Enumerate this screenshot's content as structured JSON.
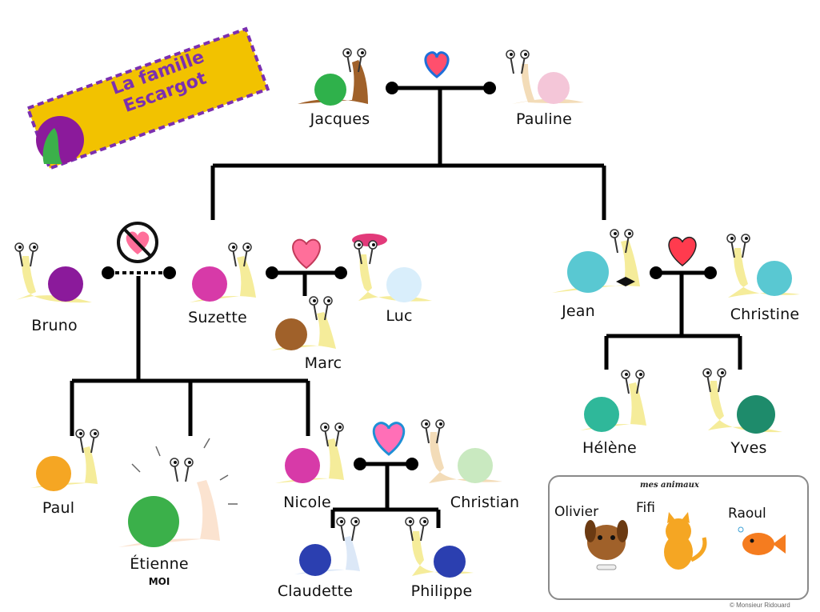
{
  "banner": {
    "title_line1": "La famille",
    "title_line2": "Escargot"
  },
  "members": {
    "jacques": "Jacques",
    "pauline": "Pauline",
    "bruno": "Bruno",
    "suzette": "Suzette",
    "luc": "Luc",
    "marc": "Marc",
    "jean": "Jean",
    "christine": "Christine",
    "helene": "Hélène",
    "yves": "Yves",
    "paul": "Paul",
    "etienne": "Étienne",
    "etienne_tag": "MOI",
    "nicole": "Nicole",
    "christian": "Christian",
    "claudette": "Claudette",
    "philippe": "Philippe"
  },
  "pets": {
    "title": "mes animaux",
    "olivier": "Olivier",
    "fifi": "Fifi",
    "raoul": "Raoul"
  },
  "credit": "© Monsieur Ridouard",
  "colors": {
    "lines": "#000000",
    "snail_body": "#f5ec9a",
    "banner_bg": "#f2c200",
    "banner_border": "#7b2fb0",
    "heart": "#ff4f6d",
    "divorce": "#222222"
  }
}
